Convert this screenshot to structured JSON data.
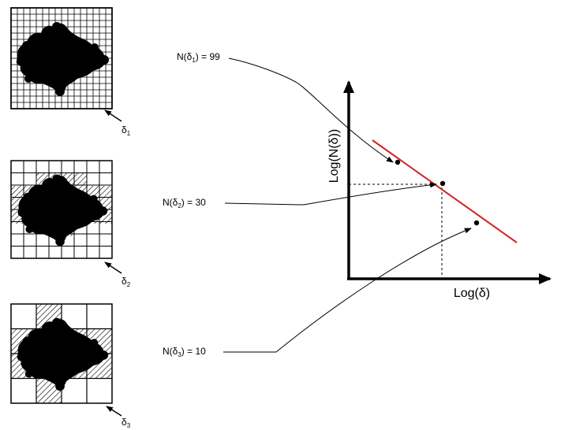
{
  "grids": [
    {
      "delta_label": "δ",
      "delta_sub": "1",
      "cells_per_side": 16,
      "count_label": "N(δ",
      "count_sub": "1",
      "count_value": "99"
    },
    {
      "delta_label": "δ",
      "delta_sub": "2",
      "cells_per_side": 8,
      "count_label": "N(δ",
      "count_sub": "2",
      "count_value": "30"
    },
    {
      "delta_label": "δ",
      "delta_sub": "3",
      "cells_per_side": 4,
      "count_label": "N(δ",
      "count_sub": "3",
      "count_value": "10"
    }
  ],
  "plot": {
    "x_axis_label": "Log(δ)",
    "y_axis_label": "Log(N(δ))",
    "fit_line_color": "#d42020"
  }
}
